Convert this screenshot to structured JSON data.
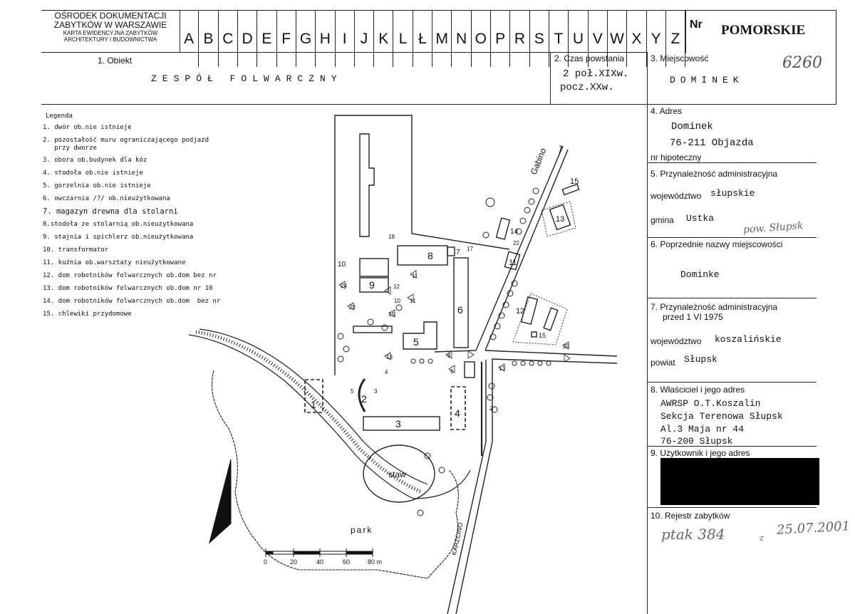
{
  "header": {
    "institution_line1": "OŚRODEK DOKUMENTACJI",
    "institution_line2": "ZABYTKÓW W WARSZAWIE",
    "institution_line3": "KARTA EWIDENCYJNA ZABYTKÓW",
    "institution_line4": "ARCHITEKTURY I BUDOWNICTWA",
    "letters": [
      "A",
      "B",
      "C",
      "D",
      "E",
      "F",
      "G",
      "H",
      "I",
      "J",
      "K",
      "L",
      "Ł",
      "M",
      "N",
      "O",
      "P",
      "R",
      "S",
      "T",
      "U",
      "V",
      "W",
      "X",
      "Y",
      "Z"
    ],
    "nr_label": "Nr",
    "region": "POMORSKIE"
  },
  "fields": {
    "obiekt_label": "1. Obiekt",
    "obiekt_value": "ZESPÓŁ FOLWARCZNY",
    "czas_label": "2. Czas powstania",
    "czas_value_line1": "2 poł.XIXw.",
    "czas_value_line2": "pocz.XXw.",
    "miejscowosc_label": "3. Miejscowość",
    "miejscowosc_value": "DOMINEK",
    "card_number": "6260",
    "adres_label": "4. Adres",
    "adres_line1": "Dominek",
    "adres_line2": "76-211 Objazda",
    "hipoteczny_label": "nr hipoteczny",
    "przynaleznosc_label": "5. Przynależność administracyjna",
    "wojewodztwo_label": "województwo",
    "wojewodztwo_value": "słupskie",
    "gmina_label": "gmina",
    "gmina_value": "Ustka",
    "pow_note": "pow. Słupsk",
    "poprzednie_label": "6. Poprzednie nazwy miejscowości",
    "poprzednie_value": "Dominke",
    "przed1975_label_line1": "7. Przynależność administracyjna",
    "przed1975_label_line2": "przed 1 VI 1975",
    "woj_old_label": "województwo",
    "woj_old_value": "koszalińskie",
    "powiat_label": "powiat",
    "powiat_value": "Słupsk",
    "wlasciciel_label": "8. Właściciel i jego adres",
    "wlasciciel_lines": [
      "AWRSP O.T.Koszalin",
      "Sekcja Terenowa Słupsk",
      "Al.3 Maja nr 44",
      "76-200 Słupsk"
    ],
    "uzytkownik_label": "9. Użytkownik i jego adres",
    "rejestr_label": "10. Rejestr zabytków",
    "rejestr_hand_left": "ptak 384",
    "rejestr_hand_mid": "z",
    "rejestr_hand_right": "25.07.2001"
  },
  "legend": {
    "title": "Legenda",
    "items": [
      "1. dwór ob.nie istnieje",
      "2. pozostałość muru ograniczającego podjazd\n   przy dworze",
      "3. obora ob.budynek dla kóz",
      "4. stodoła ob.nie istnieje",
      "5. gorzelnia ob.nie istnieje",
      "6. owczarnia /?/ ob.nieużytkowana",
      "7. magazyn drewna dla stolarni",
      "8.stodoła ze stolarnią ob.nieużytkowana",
      "9. stajnia i spichlerz ob.nieużytkowana",
      "10. transformator",
      "11. kuźnia ob.warsztaty nieużytkowane",
      "12. dom robotników folwarcznych ob.dom bez nr",
      "13. dom robotników folwarcznych ob.dom nr 10",
      "14. dom robotników folwarcznych ob.dom  bez nr",
      "15. chlewiki przydomowe"
    ]
  },
  "map": {
    "road_gabino": "Gabino",
    "road_karzcino": "KARZCINO",
    "pond": "staw",
    "park": "park",
    "scale_ticks": [
      "0",
      "20",
      "40",
      "60",
      "80 m"
    ],
    "building_labels": [
      "1",
      "2",
      "3",
      "4",
      "5",
      "6",
      "7",
      "8",
      "9",
      "10",
      "11",
      "12",
      "13",
      "14",
      "15"
    ],
    "view_labels": [
      "1",
      "2",
      "3",
      "4",
      "5",
      "6",
      "7",
      "8",
      "9",
      "10",
      "11",
      "12",
      "13",
      "14",
      "15",
      "16",
      "17",
      "18",
      "19",
      "20",
      "21",
      "22",
      "23",
      "24"
    ]
  }
}
